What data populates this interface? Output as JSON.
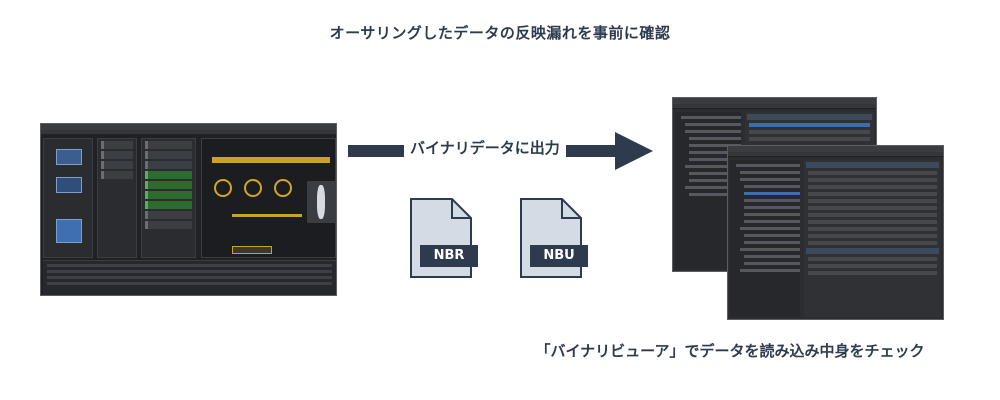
{
  "title": "オーサリングしたデータの反映漏れを事前に確認",
  "arrow_label": "バイナリデータに出力",
  "files": [
    {
      "label": "NBR"
    },
    {
      "label": "NBU"
    }
  ],
  "caption": "「バイナリビューア」でデータを読み込み中身をチェック",
  "colors": {
    "accent": "#2e3b4e",
    "file_fill": "#d3dbe5",
    "gold": "#c9a227"
  }
}
